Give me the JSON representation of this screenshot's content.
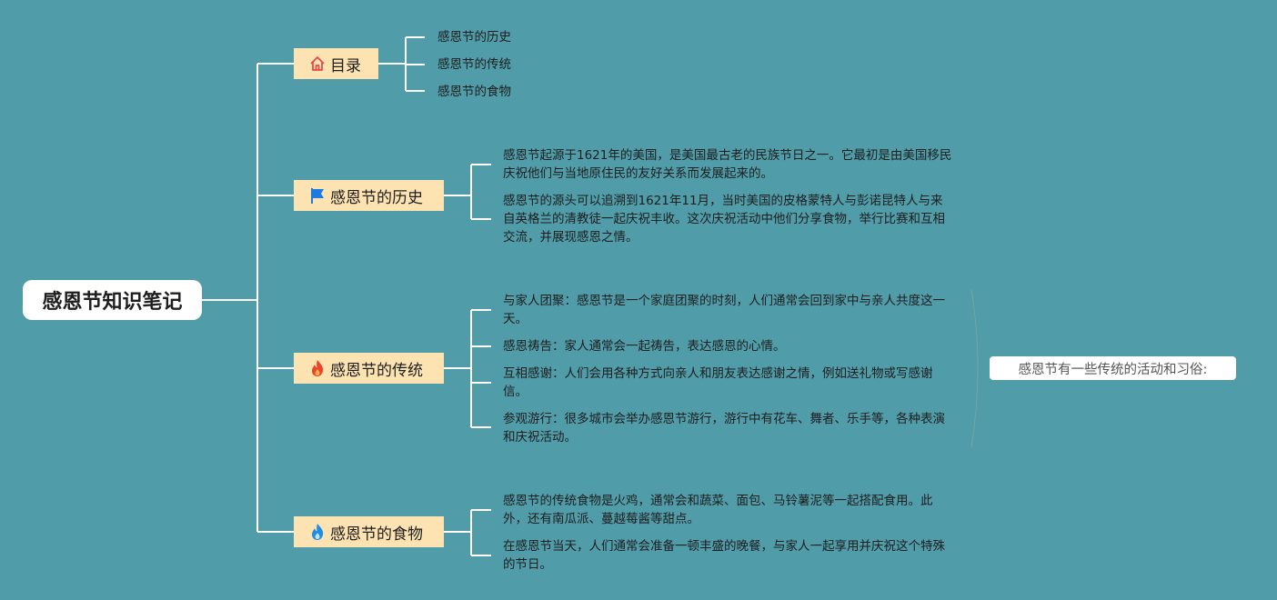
{
  "root": {
    "label": "感恩节知识笔记"
  },
  "topics": {
    "toc": {
      "label": "目录",
      "items": [
        "感恩节的历史",
        "感恩节的传统",
        "感恩节的食物"
      ]
    },
    "history": {
      "label": "感恩节的历史",
      "items": [
        "感恩节起源于1621年的美国，是美国最古老的民族节日之一。它最初是由美国移民庆祝他们与当地原住民的友好关系而发展起来的。",
        "感恩节的源头可以追溯到1621年11月，当时美国的皮格蒙特人与彭诺昆特人与来自英格兰的清教徒一起庆祝丰收。这次庆祝活动中他们分享食物，举行比赛和互相交流，并展现感恩之情。"
      ]
    },
    "traditions": {
      "label": "感恩节的传统",
      "items": [
        "与家人团聚：感恩节是一个家庭团聚的时刻，人们通常会回到家中与亲人共度这一天。",
        "感恩祷告：家人通常会一起祷告，表达感恩的心情。",
        "互相感谢：人们会用各种方式向亲人和朋友表达感谢之情，例如送礼物或写感谢信。",
        "参观游行：很多城市会举办感恩节游行，游行中有花车、舞者、乐手等，各种表演和庆祝活动。"
      ]
    },
    "food": {
      "label": "感恩节的食物",
      "items": [
        "感恩节的传统食物是火鸡，通常会和蔬菜、面包、马铃薯泥等一起搭配食用。此外，还有南瓜派、蔓越莓酱等甜点。",
        "在感恩节当天，人们通常会准备一顿丰盛的晚餐，与家人一起享用并庆祝这个特殊的节日。"
      ]
    }
  },
  "callout": {
    "label": "感恩节有一些传统的活动和习俗:"
  },
  "icons": {
    "toc": "home-icon",
    "history": "flag-icon",
    "traditions": "fire-icon",
    "food": "fire-icon"
  },
  "colors": {
    "background": "#509ca8",
    "topic_fill": "#fde3b2",
    "home_icon": "#e5484d",
    "flag_icon": "#1f7ae0",
    "fire_red": "#e8452c",
    "fire_blue": "#1f8ce6"
  }
}
